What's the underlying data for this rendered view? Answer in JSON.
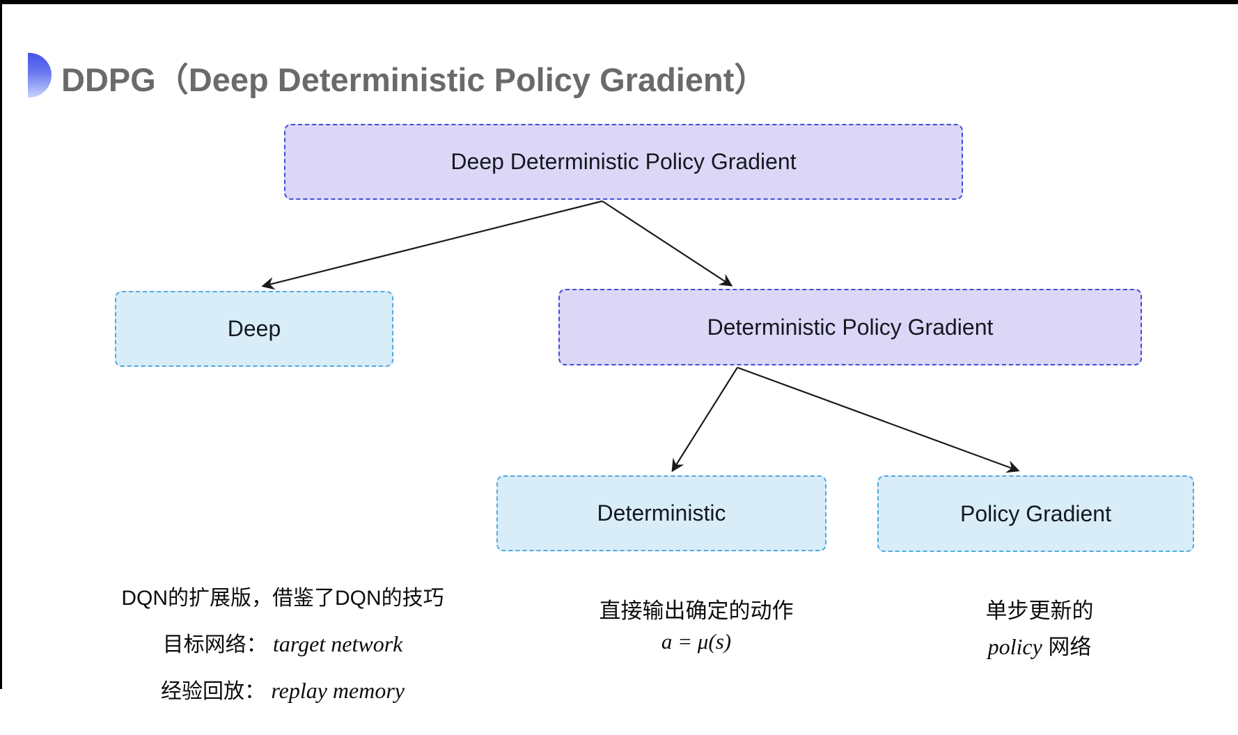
{
  "slide": {
    "title": "DDPG（Deep Deterministic Policy Gradient）"
  },
  "tree": {
    "root": {
      "label": "Deep Deterministic Policy Gradient"
    },
    "children": [
      {
        "label": "Deep"
      },
      {
        "label": "Deterministic Policy Gradient"
      }
    ],
    "grandchildren": [
      {
        "label": "Deterministic"
      },
      {
        "label": "Policy Gradient"
      }
    ]
  },
  "notes": {
    "deep": {
      "line1": "DQN的扩展版，借鉴了DQN的技巧",
      "target_label": "目标网络：",
      "target_term": "target network",
      "replay_label": "经验回放：",
      "replay_term": "replay memory"
    },
    "deterministic": {
      "line1": "直接输出确定的动作",
      "formula": "a = μ(s)"
    },
    "policy": {
      "line1": "单步更新的",
      "term": "policy",
      "suffix": " 网络"
    }
  },
  "colors": {
    "purple_fill": "#dcd7f7",
    "purple_border": "#3f4cd8",
    "cyan_fill": "#d9edf9",
    "cyan_border": "#4fa9dc",
    "title_text": "#6a6a6a",
    "node_text": "#14181f",
    "arrow": "#1a1a1a",
    "bullet_gradient_top": "#4452e8",
    "bullet_gradient_bottom": "#c9d4fb"
  }
}
